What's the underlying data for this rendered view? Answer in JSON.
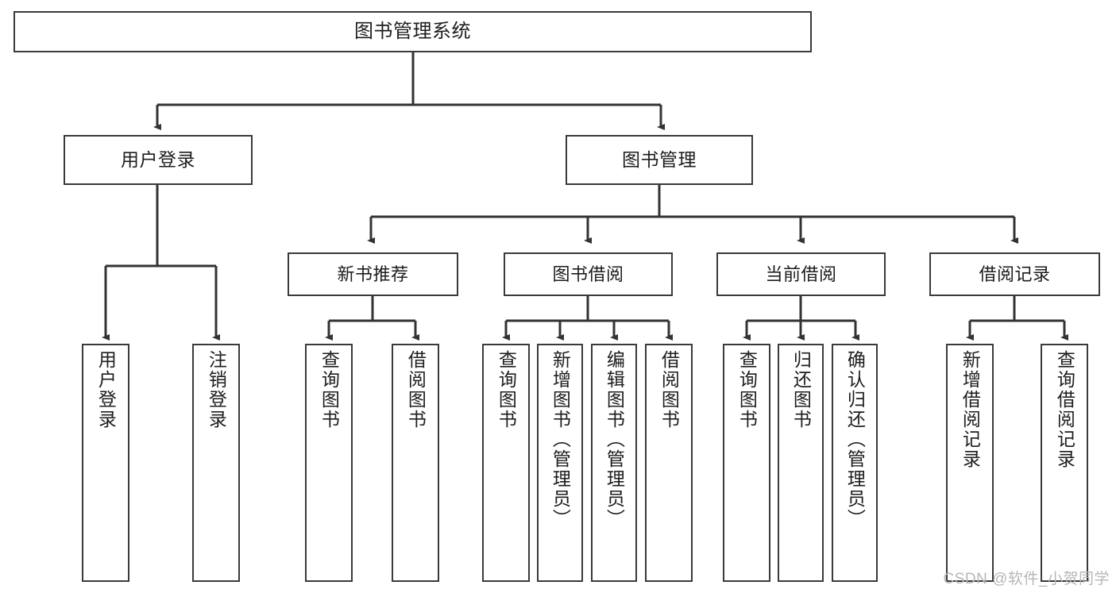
{
  "diagram": {
    "title": "图书管理系统",
    "watermark": "CSDN @软件_小贺同学",
    "colors": {
      "border": "#3a3a3a",
      "line": "#333333",
      "background": "#ffffff",
      "text": "#1d1d1d",
      "watermark": "#b6b6b6"
    },
    "root": {
      "label": "图书管理系统"
    },
    "level1": [
      {
        "label": "用户登录"
      },
      {
        "label": "图书管理"
      }
    ],
    "level2": [
      {
        "label": "新书推荐"
      },
      {
        "label": "图书借阅"
      },
      {
        "label": "当前借阅"
      },
      {
        "label": "借阅记录"
      }
    ],
    "leaves": {
      "user_login": [
        {
          "label": "用户登录"
        },
        {
          "label": "注销登录"
        }
      ],
      "new_book": [
        {
          "label": "查询图书"
        },
        {
          "label": "借阅图书"
        }
      ],
      "book_borrow": [
        {
          "label": "查询图书"
        },
        {
          "label": "新增图书（管理员）"
        },
        {
          "label": "编辑图书（管理员）"
        },
        {
          "label": "借阅图书"
        }
      ],
      "current_borrow": [
        {
          "label": "查询图书"
        },
        {
          "label": "归还图书"
        },
        {
          "label": "确认归还（管理员）"
        }
      ],
      "borrow_record": [
        {
          "label": "新增借阅记录"
        },
        {
          "label": "查询借阅记录"
        }
      ]
    }
  }
}
